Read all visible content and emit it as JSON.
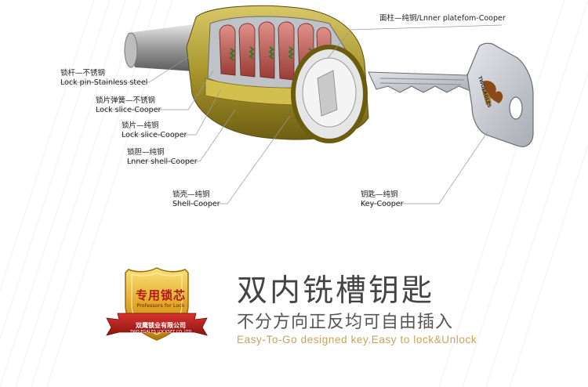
{
  "callouts": {
    "platform": {
      "cn": "面柱—纯铜",
      "en": "Lnner platefom-Cooper"
    },
    "lock_pin": {
      "cn": "锁杆—不锈钢",
      "en": "Lock pin-Stainless steel"
    },
    "slice_spring": {
      "cn": "锁片弹簧—不锈钢",
      "en": "Lock slice-Cooper"
    },
    "slice": {
      "cn": "锁片—纯铜",
      "en": "Lock slice-Cooper"
    },
    "inner_shell": {
      "cn": "锁胆—纯铜",
      "en": "Lnner shell-Cooper"
    },
    "shell": {
      "cn": "锁壳—纯铜",
      "en": "Shell-Cooper"
    },
    "key": {
      "cn": "钥匙—纯铜",
      "en": "Key-Cooper"
    }
  },
  "badge": {
    "title": "专用锁芯",
    "subtitle": "Professors for Lock",
    "ribbon_cn": "双鹰锁业有限公司",
    "ribbon_en": "TWO EGALES LOCKSET CO.,LTD"
  },
  "key_logo_text": "TWOEAGLES",
  "headline": "双内铣槽钥匙",
  "subline": "不分方向正反均可自由插入",
  "tagline": "Easy-To-Go designed key.Easy to lock&Unlock",
  "colors": {
    "brass": "#b5a23a",
    "copper": "#c0605a",
    "gold_text": "#c8a25a",
    "badge_red": "#b01818"
  }
}
